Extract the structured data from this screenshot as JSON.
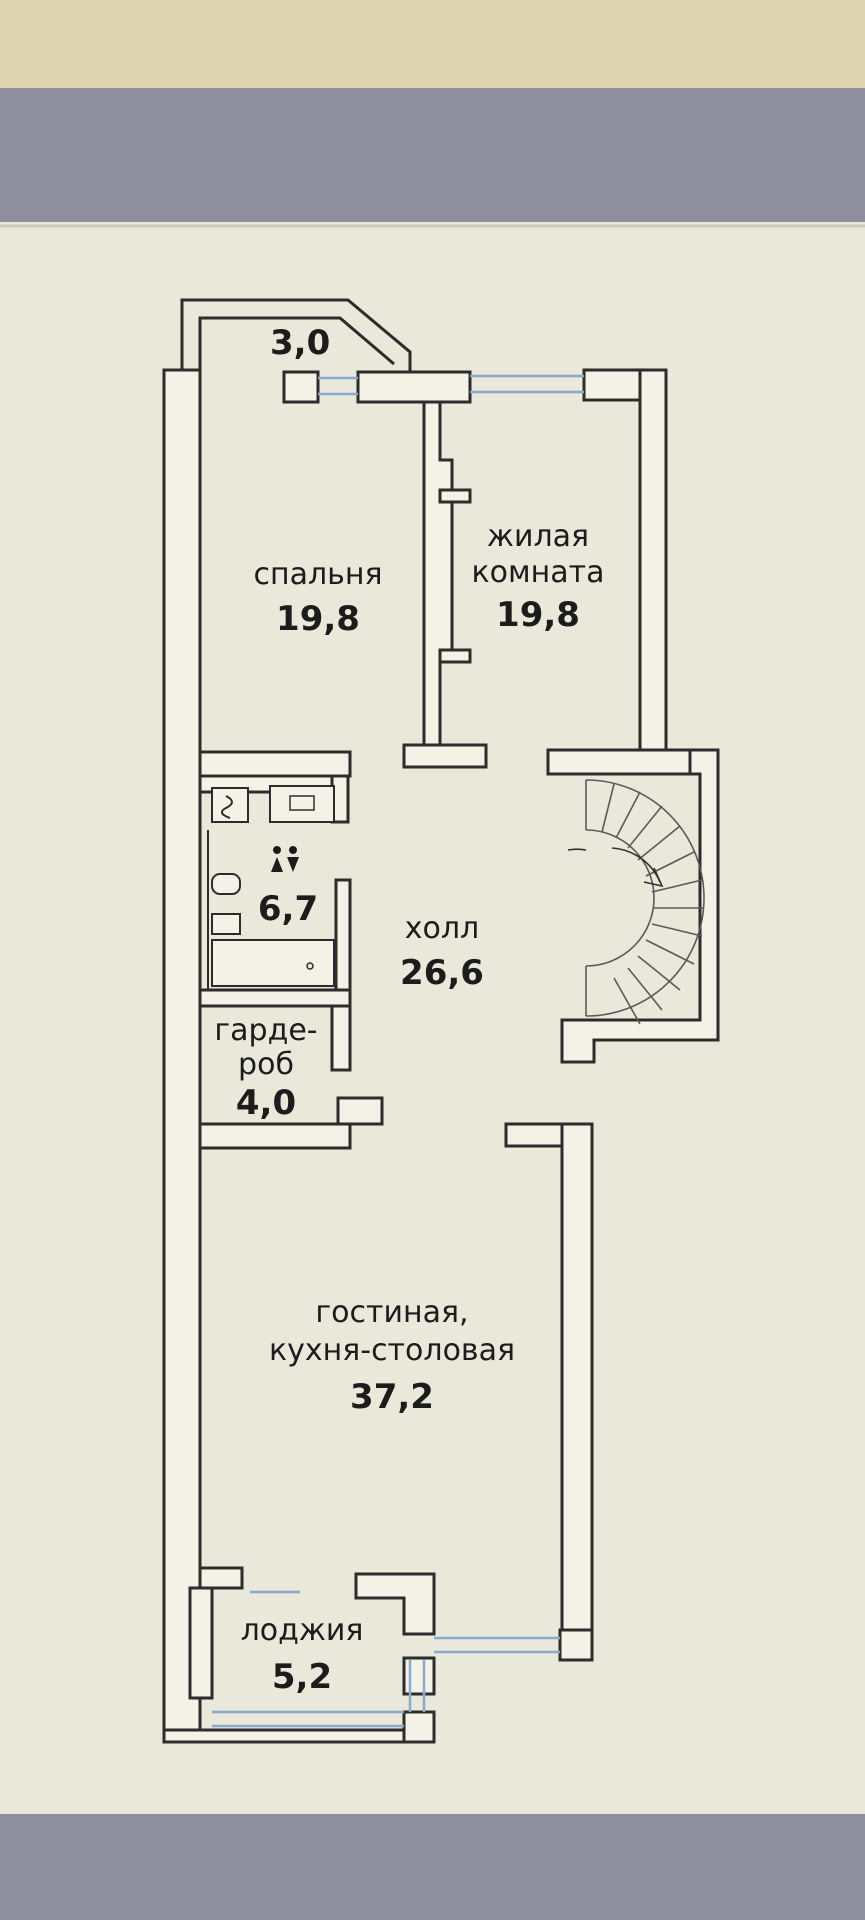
{
  "plan": {
    "rooms": [
      {
        "id": "balcony-top",
        "area": "3,0"
      },
      {
        "id": "bedroom",
        "name": "спальня",
        "area": "19,8"
      },
      {
        "id": "living-room",
        "name_line1": "жилая",
        "name_line2": "комната",
        "area": "19,8"
      },
      {
        "id": "bathroom",
        "area": "6,7"
      },
      {
        "id": "hall",
        "name": "холл",
        "area": "26,6"
      },
      {
        "id": "wardrobe",
        "name_line1": "гарде-",
        "name_line2": "роб",
        "area": "4,0"
      },
      {
        "id": "kitchen-living",
        "name_line1": "гостиная,",
        "name_line2": "кухня-столовая",
        "area": "37,2"
      },
      {
        "id": "loggia",
        "name": "лоджия",
        "area": "5,2"
      }
    ],
    "colors": {
      "wall_fill": "#f4f2e6",
      "wall_stroke": "#2c2c2c",
      "window": "#8aa9cc",
      "paper": "#eae8da",
      "frame": "#8f8e9c",
      "top_bg": "#ddd3b0"
    }
  }
}
